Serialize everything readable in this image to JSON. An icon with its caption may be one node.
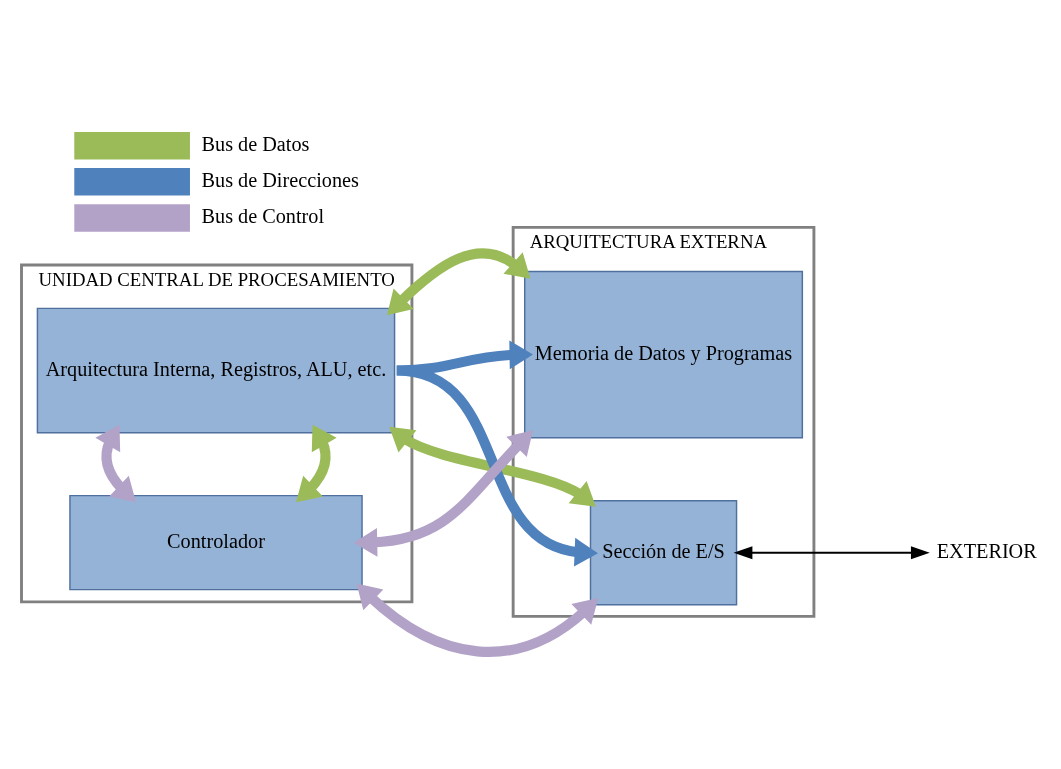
{
  "diagram": {
    "nodes": [
      {
        "text": [
          "UNIDAD CENTRAL DE PROCESAMIENTO"
        ]
      },
      {
        "text": [
          "Arquitectura Interna, Registros, ALU, etc."
        ],
        "in": 0
      },
      {
        "text": [
          "Controlador"
        ],
        "in": 0
      },
      {
        "text": [
          "ARQUITECTURA EXTERNA"
        ]
      },
      {
        "text": [
          "Memoria de Datos y Programas"
        ],
        "in": 3
      },
      {
        "text": [
          "Sección de E/S"
        ],
        "in": 3
      },
      {
        "text": [
          "EXTERIOR"
        ]
      }
    ],
    "edges": [
      {
        "from": 1,
        "to": 4,
        "arrow": "both",
        "color": "#9bbb59"
      },
      {
        "from": 1,
        "to": 2,
        "arrow": "both",
        "color": "#9bbb59"
      },
      {
        "from": 1,
        "to": 5,
        "arrow": "both",
        "color": "#9bbb59"
      },
      {
        "from": 1,
        "to": 4,
        "arrow": "to",
        "color": "#4f81bd"
      },
      {
        "from": 1,
        "to": 5,
        "arrow": "to",
        "color": "#4f81bd"
      },
      {
        "from": 2,
        "to": 1,
        "arrow": "both",
        "color": "#b3a2c7"
      },
      {
        "from": 2,
        "to": 4,
        "arrow": "both",
        "color": "#b3a2c7"
      },
      {
        "from": 2,
        "to": 5,
        "arrow": "both",
        "color": "#b3a2c7"
      },
      {
        "from": 5,
        "to": 6,
        "arrow": "both",
        "color": "#000000"
      }
    ],
    "legend": [
      {
        "text": "Bus de Datos",
        "color": "#9bbb59"
      },
      {
        "text": "Bus de Direcciones",
        "color": "#4f81bd"
      },
      {
        "text": "Bus de Control",
        "color": "#b3a2c7"
      }
    ]
  }
}
